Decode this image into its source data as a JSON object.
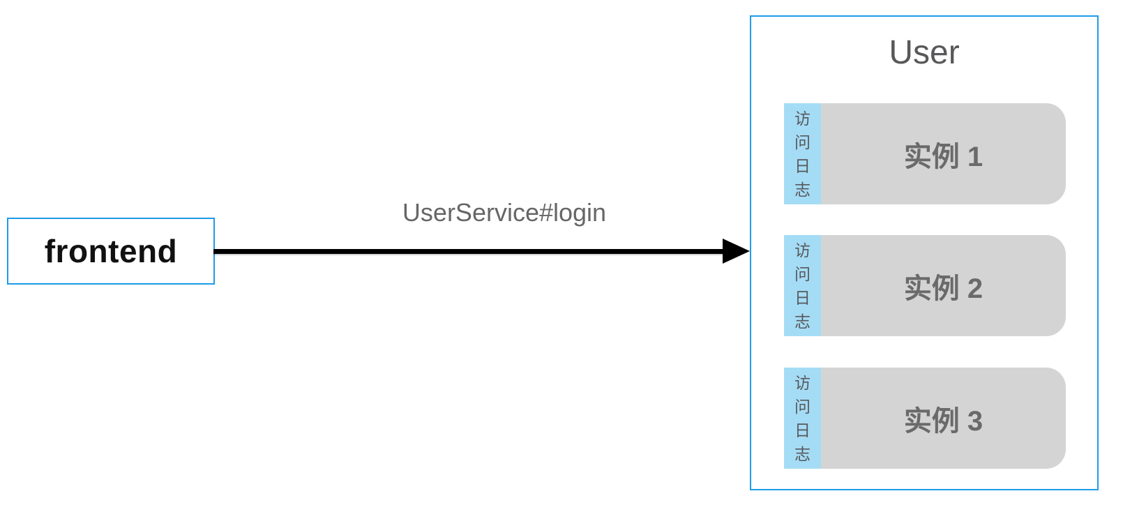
{
  "diagram": {
    "frontend_box": {
      "label": "frontend"
    },
    "arrow": {
      "label": "UserService#login",
      "direction": "left-to-right"
    },
    "user_group": {
      "title": "User",
      "instances": [
        {
          "tag": "访\n问\n日\n志",
          "label": "实例 1"
        },
        {
          "tag": "访\n问\n日\n志",
          "label": "实例 2"
        },
        {
          "tag": "访\n问\n日\n志",
          "label": "实例 3"
        }
      ]
    },
    "colors": {
      "box_border_blue": "#1e9be9",
      "tag_background_blue": "#a5dcf5",
      "instance_background_gray": "#d4d4d4",
      "instance_text_gray": "#6a6a6a",
      "title_text_gray": "#58585a",
      "arrow_label_gray": "#666666",
      "arrow_black": "#000000",
      "frontend_text_black": "#111111"
    }
  }
}
